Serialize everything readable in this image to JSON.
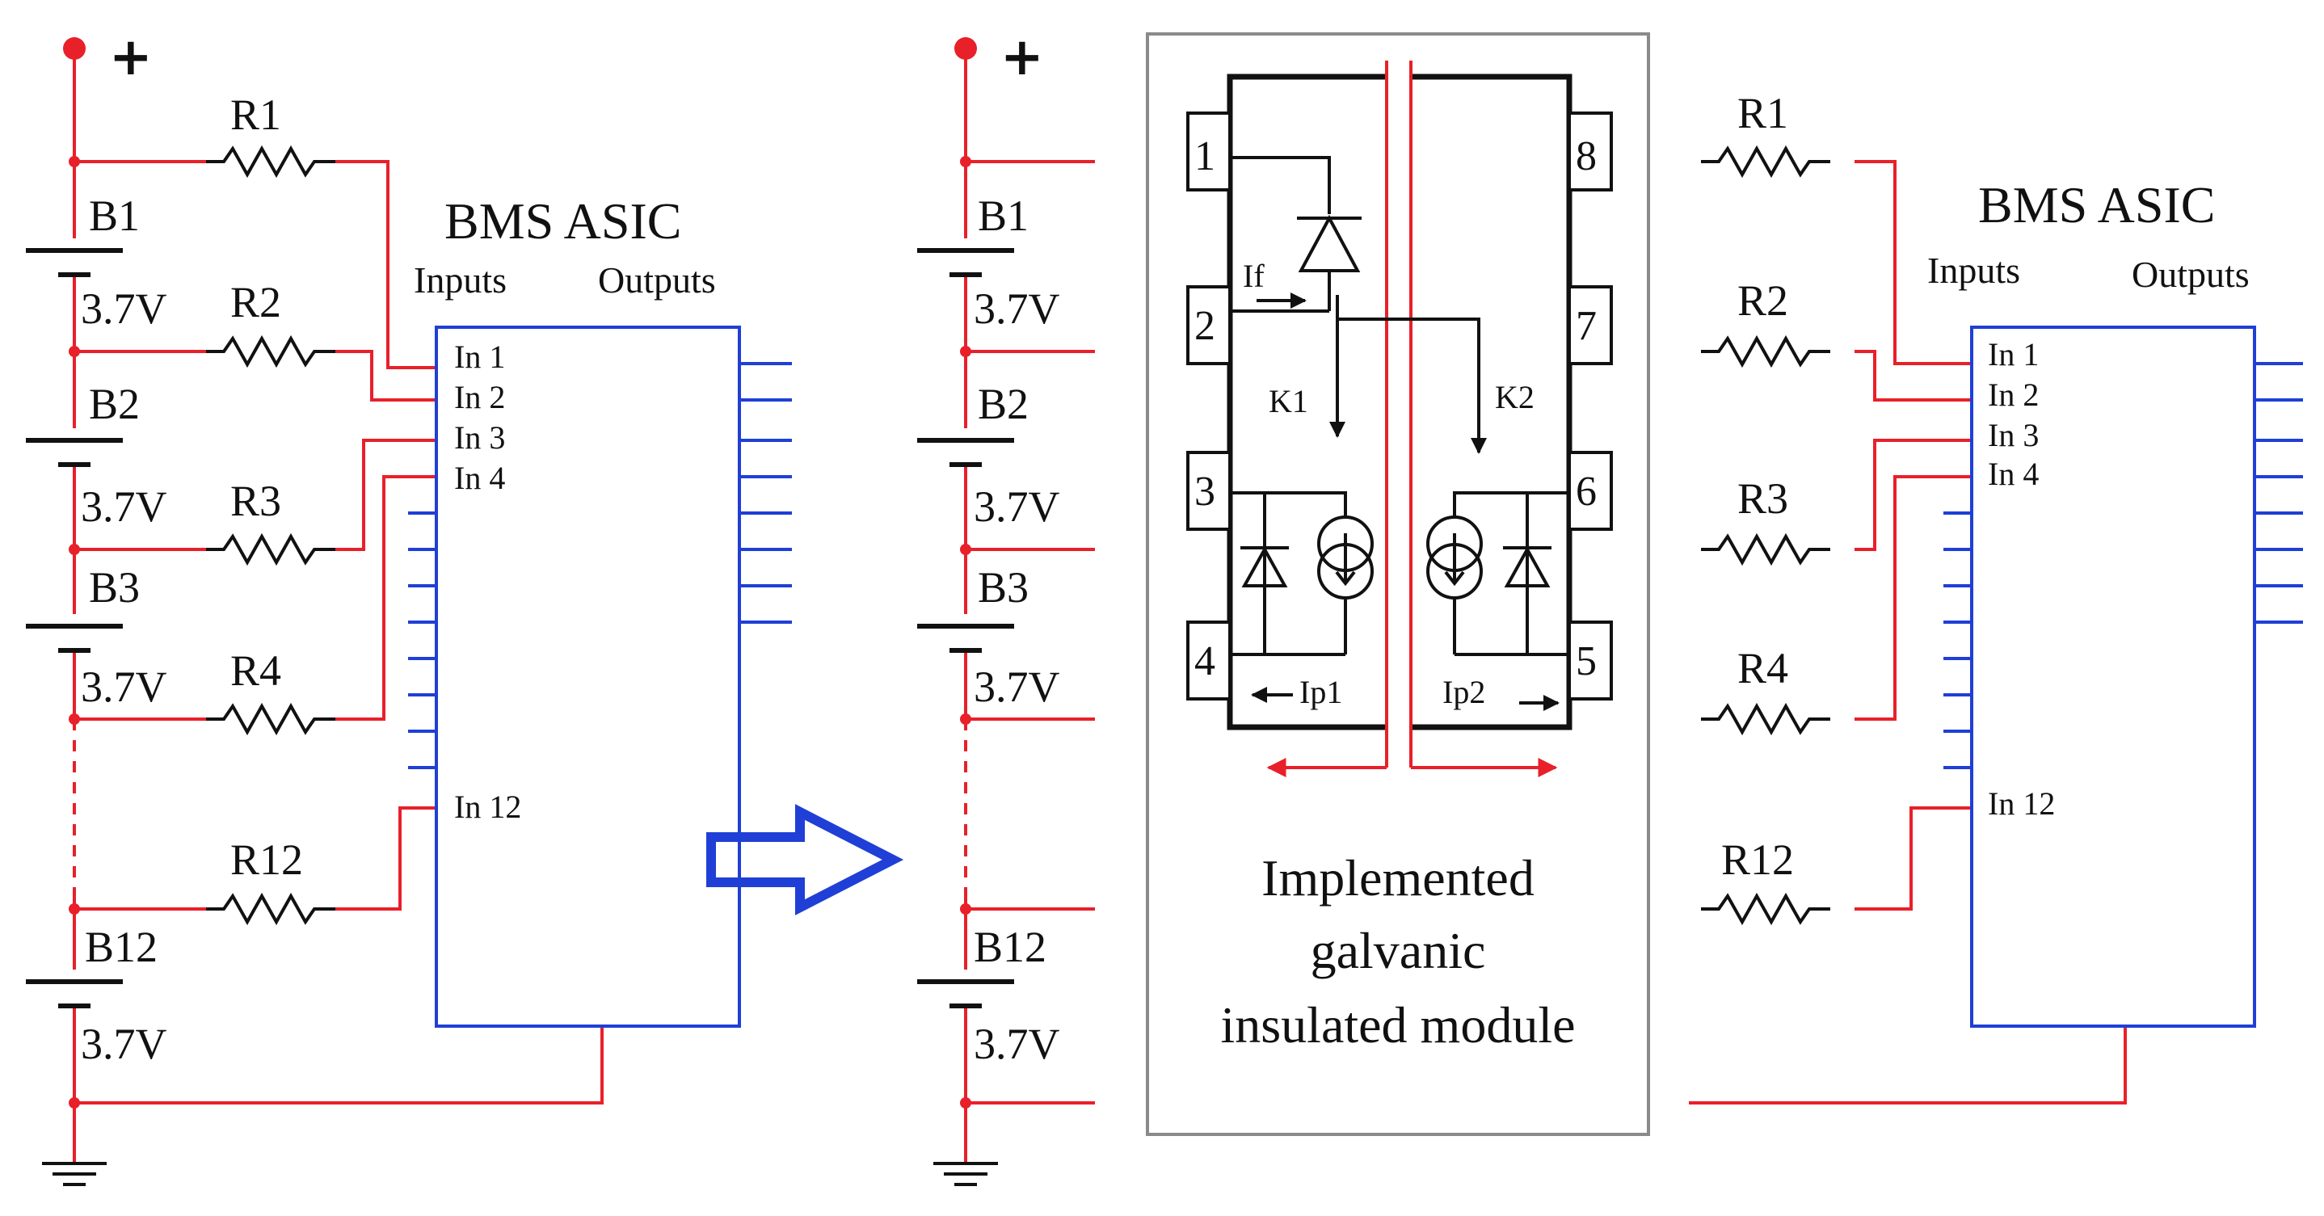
{
  "colors": {
    "wire": "#e8202a",
    "ic": "#1f3fd6",
    "ink": "#111111",
    "arrow": "#1f3fd6",
    "module_border": "#8a8a8a"
  },
  "supply_symbol": "+",
  "batteries": [
    {
      "name": "B1",
      "voltage": "3.7V"
    },
    {
      "name": "B2",
      "voltage": "3.7V"
    },
    {
      "name": "B3",
      "voltage": "3.7V"
    },
    {
      "name": "B12",
      "voltage": "3.7V"
    }
  ],
  "resistors": [
    "R1",
    "R2",
    "R3",
    "R4",
    "R12"
  ],
  "asic": {
    "title": "BMS ASIC",
    "inputs_label": "Inputs",
    "outputs_label": "Outputs",
    "pins": [
      "In 1",
      "In 2",
      "In 3",
      "In 4",
      "In 12"
    ]
  },
  "arrow_icon": "right-arrow-icon",
  "module": {
    "pins": [
      "1",
      "2",
      "3",
      "4",
      "5",
      "6",
      "7",
      "8"
    ],
    "labels": {
      "if": "If",
      "k1": "K1",
      "k2": "K2",
      "ip1": "Ip1",
      "ip2": "Ip2"
    },
    "caption": [
      "Implemented",
      "galvanic",
      "insulated module"
    ]
  }
}
